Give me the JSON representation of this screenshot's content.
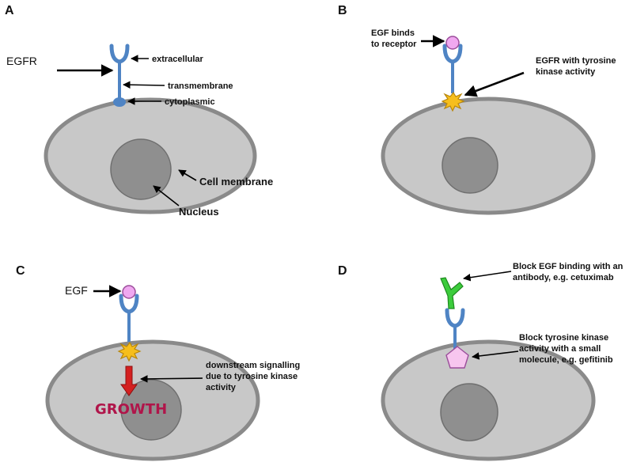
{
  "panels": {
    "a": {
      "letter": "A",
      "egfr_label": "EGFR",
      "extracellular_label": "extracellular",
      "transmembrane_label": "transmembrane",
      "cytoplasmic_label": "cytoplasmic",
      "cell_membrane_label": "Cell membrane",
      "nucleus_label": "Nucleus"
    },
    "b": {
      "letter": "B",
      "egf_binds_line1": "EGF binds",
      "egf_binds_line2": "to receptor",
      "egfr_tk_line1": "EGFR with tyrosine",
      "egfr_tk_line2": "kinase activity"
    },
    "c": {
      "letter": "C",
      "egf_label": "EGF",
      "signal_line1": "downstream signalling",
      "signal_line2": "due to tyrosine kinase",
      "signal_line3": "activity",
      "growth_label": "GROWTH"
    },
    "d": {
      "letter": "D",
      "block_egf_line1": "Block EGF binding with an",
      "block_egf_line2": "antibody, e.g. cetuximab",
      "block_tk_line1": "Block tyrosine kinase",
      "block_tk_line2": "activity with a small",
      "block_tk_line3": "molecule, e.g. gefitinib"
    }
  },
  "colors": {
    "cell_fill": "#c8c8c8",
    "cell_membrane": "#8a8a8a",
    "nucleus": "#8f8f8f",
    "receptor": "#4f84c4",
    "egf_ligand": "#f0a8f0",
    "tyrosine_kinase": "#f6be1c",
    "growth_text": "#b0154a",
    "signal_arrow": "#d42020",
    "antibody": "#3ccc3c",
    "small_molecule": "#f7c6ef"
  }
}
